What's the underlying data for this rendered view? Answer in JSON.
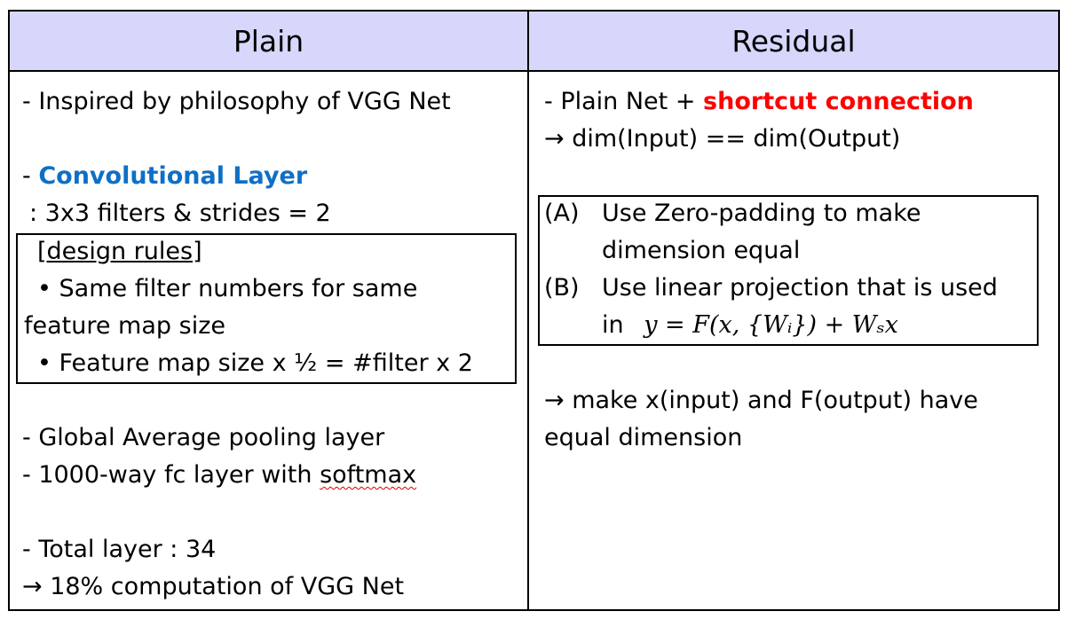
{
  "headers": {
    "plain": "Plain",
    "residual": "Residual"
  },
  "plain": {
    "line1": "- Inspired by philosophy of VGG Net",
    "conv_prefix": "- ",
    "conv_title": "Convolutional Layer",
    "conv_detail": ": 3x3 filters & strides = 2",
    "design_rules_title": "[design rules]",
    "rule1_a": "• Same filter numbers for same",
    "rule1_b": "feature map size",
    "rule2": "• Feature map size x ½ = #filter x 2",
    "gap_line": "- Global Average pooling layer",
    "fc_prefix": "- 1000-way fc layer with ",
    "fc_word": "softmax",
    "total_layer": "- Total layer : 34",
    "computation": "→ 18% computation of VGG Net"
  },
  "residual": {
    "line1_prefix": "- Plain Net + ",
    "line1_highlight": "shortcut connection",
    "line2": "→ dim(Input) == dim(Output)",
    "option_a_label": "(A)",
    "option_a_line1": "Use Zero-padding to make",
    "option_a_line2": "dimension equal",
    "option_b_label": "(B)",
    "option_b_line1": "Use linear projection that is used",
    "option_b_line2_prefix": "in",
    "option_b_formula": "y = F(x, {Wᵢ}) + Wₛx",
    "conclusion_1": "→ make x(input) and F(output) have",
    "conclusion_2": "equal dimension"
  }
}
